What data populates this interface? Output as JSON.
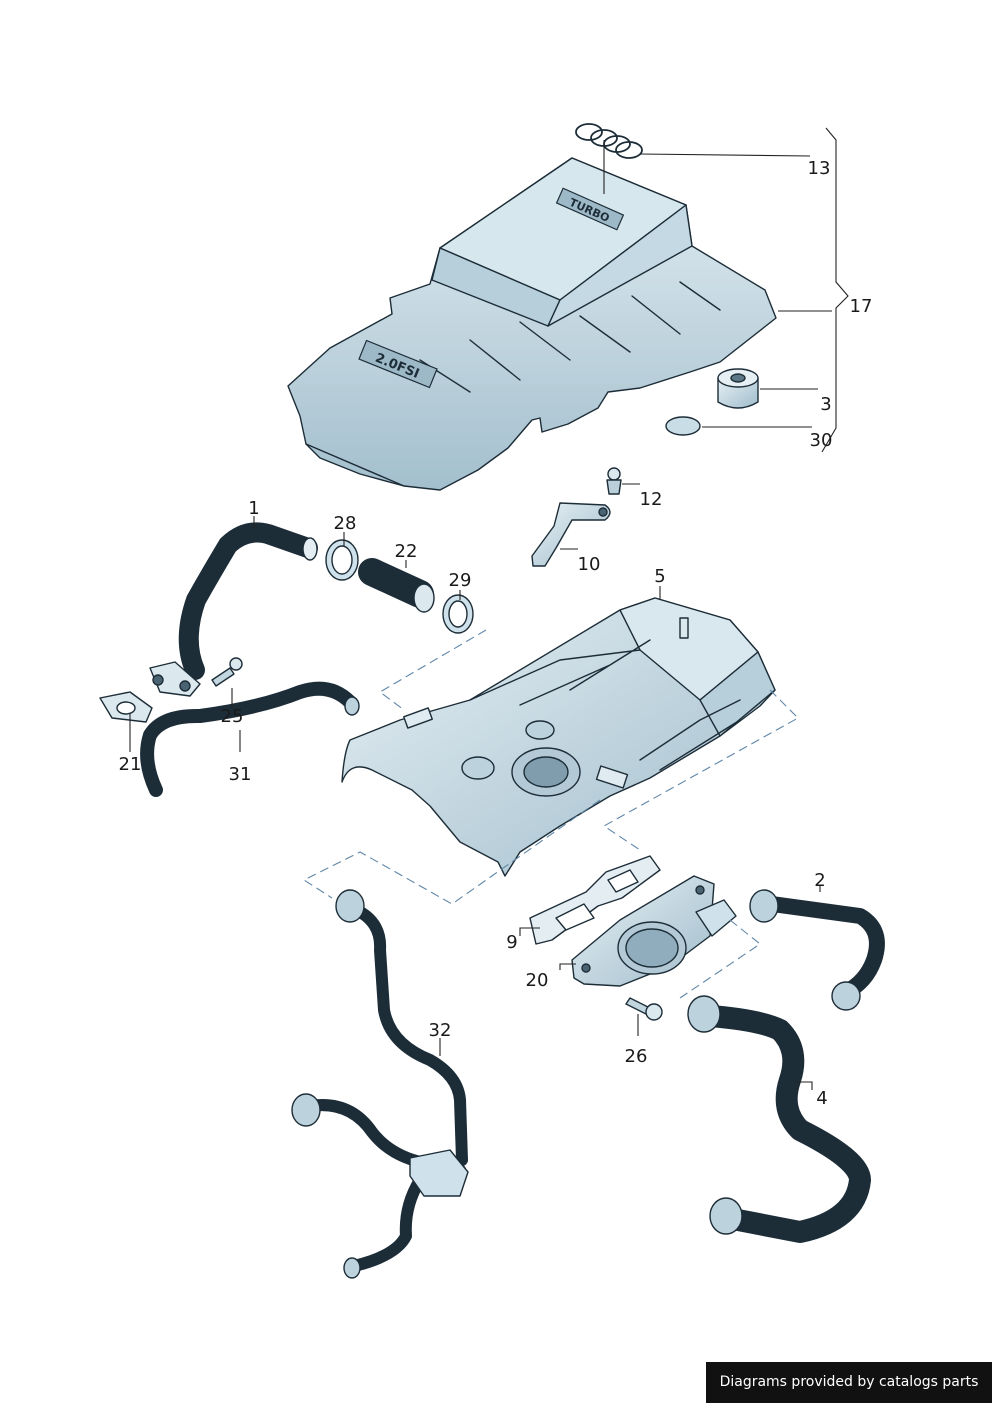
{
  "callouts": {
    "c1": "1",
    "c2": "2",
    "c3": "3",
    "c4": "4",
    "c5": "5",
    "c9": "9",
    "c10": "10",
    "c12": "12",
    "c13": "13",
    "c17": "17",
    "c20": "20",
    "c21": "21",
    "c22": "22",
    "c25": "25",
    "c26": "26",
    "c28": "28",
    "c29": "29",
    "c30": "30",
    "c31": "31",
    "c32": "32"
  },
  "cover_badges": {
    "turbo": "TURBO",
    "engine": "2.0FSI"
  },
  "credit": "Diagrams provided by catalogs parts",
  "colors": {
    "part_fill": "#cfe1ea",
    "part_shade": "#a9c4d2",
    "outline": "#1d2d38",
    "leader": "#222222",
    "dash": "#5f86a8"
  }
}
